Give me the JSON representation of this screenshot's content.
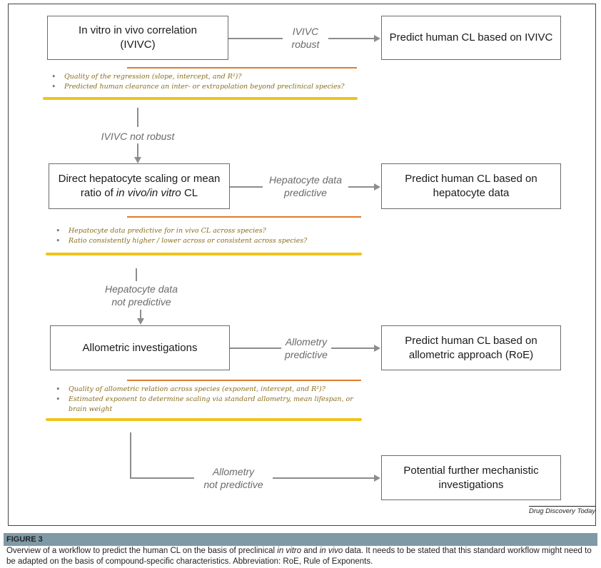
{
  "figure": {
    "label": "FIGURE 3",
    "caption_parts": [
      {
        "text": "Overview of a workflow to predict the human CL on the basis of preclinical ",
        "italic": false
      },
      {
        "text": "in vitro",
        "italic": true
      },
      {
        "text": " and ",
        "italic": false
      },
      {
        "text": "in vivo",
        "italic": true
      },
      {
        "text": " data. It needs to be stated that this standard workflow might need to be adapted on the basis of compound-specific characteristics. Abbreviation: RoE, Rule of Exponents.",
        "italic": false
      }
    ],
    "credit": "Drug Discovery Today"
  },
  "steps": [
    {
      "title_parts": [
        {
          "text": "In vitro in vivo correlation",
          "italic": false
        },
        {
          "text": "\n(IVIVC)",
          "italic": false
        }
      ],
      "pass_label": "IVIVC\nrobust",
      "outcome": "Predict human CL based on IVIVC",
      "questions": [
        "Quality of the regression (slope, intercept, and R²)?",
        "Predicted human clearance an inter- or extrapolation beyond preclinical species?"
      ],
      "fail_label": "IVIVC not robust"
    },
    {
      "title_parts": [
        {
          "text": "Direct hepatocyte scaling or mean\nratio of ",
          "italic": false
        },
        {
          "text": "in vivo/in vitro",
          "italic": true
        },
        {
          "text": " CL",
          "italic": false
        }
      ],
      "pass_label": "Hepatocyte data\npredictive",
      "outcome": "Predict human CL based on\nhepatocyte data",
      "questions": [
        "Hepatocyte data predictive for in vivo CL across species?",
        "Ratio consistently higher / lower across or consistent across species?"
      ],
      "fail_label": "Hepatocyte data\nnot predictive"
    },
    {
      "title_parts": [
        {
          "text": "Allometric investigations",
          "italic": false
        }
      ],
      "pass_label": "Allometry\npredictive",
      "outcome": "Predict human CL based on\nallometric approach (RoE)",
      "questions": [
        "Quality of allometric relation across species (exponent, intercept, and R²)?",
        "Estimated exponent to determine scaling via standard allometry, mean lifespan, or brain weight"
      ],
      "fail_label": "Allometry\nnot predictive"
    }
  ],
  "final_outcome": "Potential further mechanistic\ninvestigations",
  "colors": {
    "box_border": "#6b6b6b",
    "connector": "#8d8d8d",
    "orange_rule": "#e07b2a",
    "yellow_rule": "#f0c419",
    "question_text": "#8a6d1c",
    "figure_bar": "#7f9aa6"
  }
}
